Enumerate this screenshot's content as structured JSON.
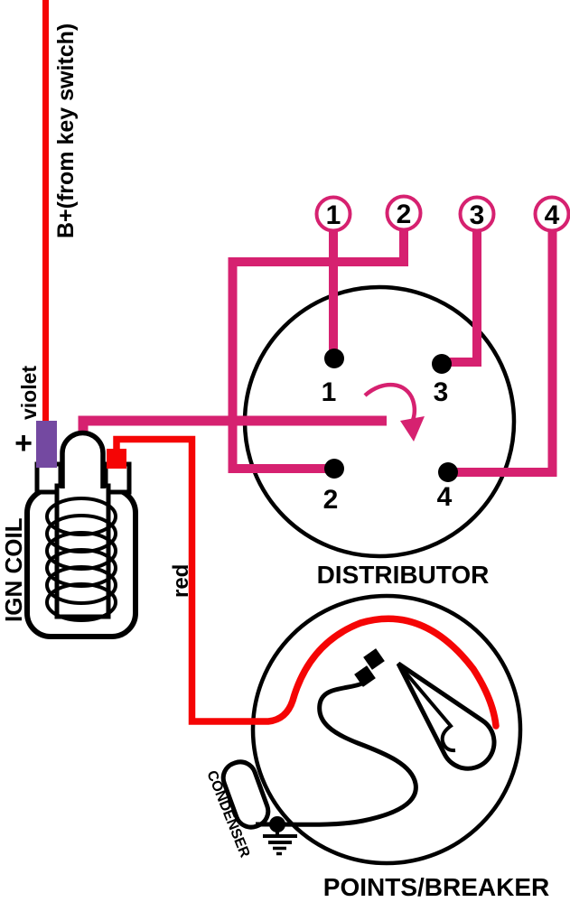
{
  "colors": {
    "wire_red": "#f50505",
    "wire_pink": "#d62170",
    "terminal_violet": "#7449a1",
    "ink": "#000000",
    "background": "#ffffff"
  },
  "coil": {
    "label": "IGN COIL",
    "polarity_label": "+",
    "supply_wire_label": "B+(from key switch)",
    "violet_wire_label": "violet",
    "red_wire_label": "red"
  },
  "plug_terminals": [
    {
      "label": "1"
    },
    {
      "label": "2"
    },
    {
      "label": "3"
    },
    {
      "label": "4"
    }
  ],
  "distributor": {
    "label": "DISTRIBUTOR",
    "posts": [
      {
        "label": "1"
      },
      {
        "label": "2"
      },
      {
        "label": "3"
      },
      {
        "label": "4"
      }
    ]
  },
  "points": {
    "label": "POINTS/BREAKER",
    "condenser_label": "CONDENSER"
  }
}
